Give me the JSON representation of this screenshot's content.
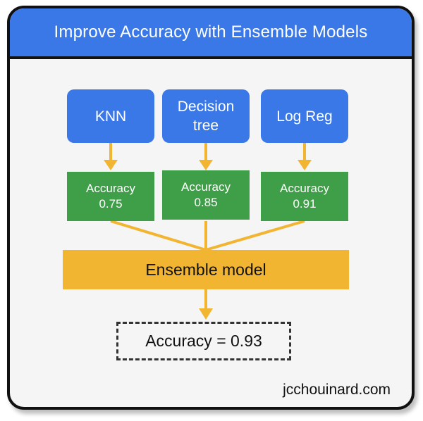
{
  "title": "Improve Accuracy with Ensemble Models",
  "models": [
    {
      "name": "KNN",
      "accuracy_label": "Accuracy",
      "accuracy_value": "0.75"
    },
    {
      "name": "Decision\ntree",
      "accuracy_label": "Accuracy",
      "accuracy_value": "0.85"
    },
    {
      "name": "Log Reg",
      "accuracy_label": "Accuracy",
      "accuracy_value": "0.91"
    }
  ],
  "ensemble_label": "Ensemble model",
  "final_result": "Accuracy = 0.93",
  "footer": "jcchouinard.com",
  "colors": {
    "header": "#3b78e7",
    "model_box": "#3b78e7",
    "accuracy_box": "#3f9e48",
    "ensemble_box": "#f2b531",
    "connector": "#f2b531"
  }
}
